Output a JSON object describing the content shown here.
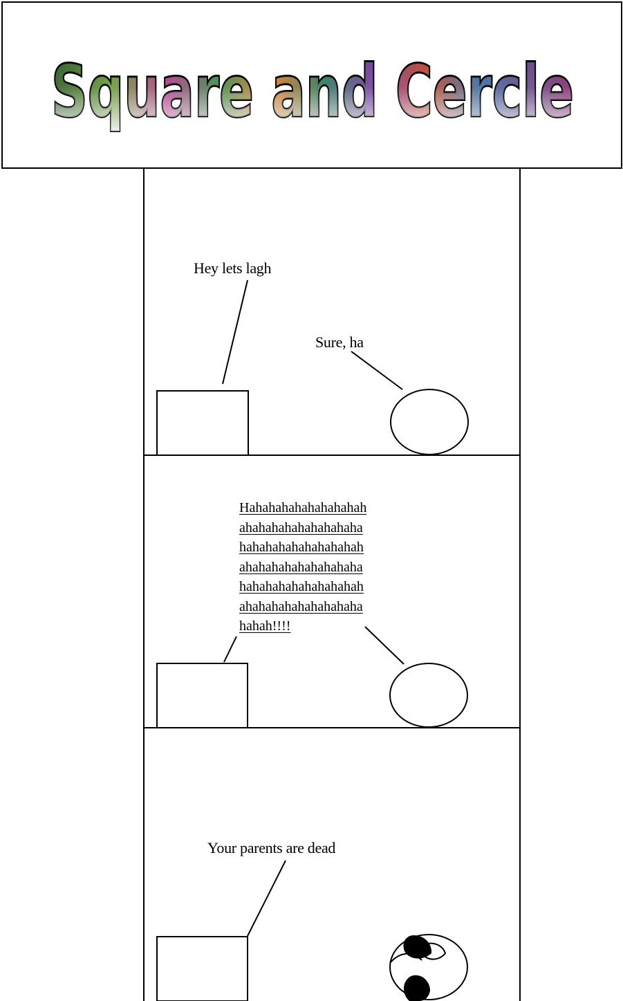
{
  "title": "Square and Cercle",
  "panels": [
    {
      "square_speech": "Hey lets lagh",
      "circle_speech": "Sure, ha"
    },
    {
      "square_speech_lines": [
        "Hahahahahahahahahah",
        "ahahahahahahahahaha",
        "hahahahahahahahahah",
        "ahahahahahahahahaha",
        "hahahahahahahahahah",
        "ahahahahahahahahaha",
        "hahah!!!!"
      ]
    },
    {
      "square_speech": "Your parents are dead"
    }
  ]
}
